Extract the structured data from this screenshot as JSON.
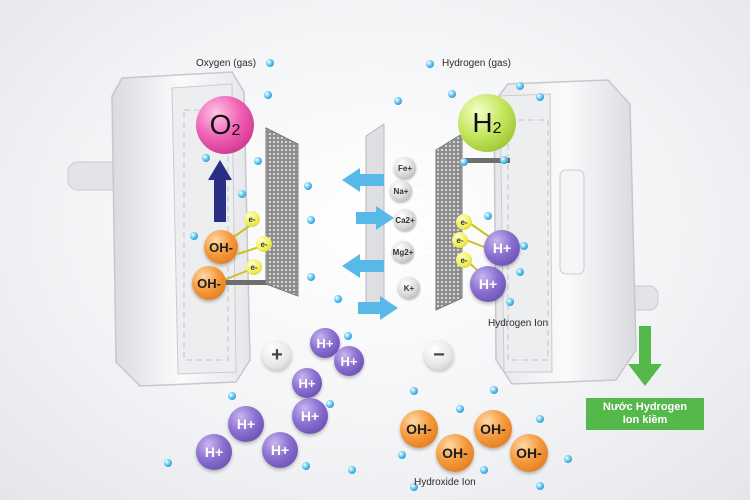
{
  "labels": {
    "oxygen_gas": "Oxygen (gas)",
    "hydrogen_gas": "Hydrogen (gas)",
    "hydrogen_ion": "Hydrogen Ion",
    "hydroxide_ion": "Hydroxide Ion"
  },
  "molecules": {
    "o2_main": "O",
    "o2_sub": "2",
    "h2_main": "H",
    "h2_sub": "2"
  },
  "ion_text": {
    "h_plus": "H+",
    "oh_minus": "OH-",
    "electron": "e-"
  },
  "metal_ions": {
    "fe": "Fe+",
    "na": "Na+",
    "ca": "Ca2+",
    "mg": "Mg2+",
    "k": "K+"
  },
  "signs": {
    "plus": "+",
    "minus": "−"
  },
  "result": {
    "line1": "Nước Hydrogen",
    "line2": "Ion kiềm"
  },
  "colors": {
    "hydrogen_ion": "#7a5cc4",
    "hydroxide_ion": "#f08a2a",
    "electron": "#eee84a",
    "oxygen": "#e44aa3",
    "hydrogen": "#a9d43c",
    "flow_arrow": "#58b8e8",
    "o2_arrow": "#2a2f86",
    "result_box": "#55b84a"
  }
}
